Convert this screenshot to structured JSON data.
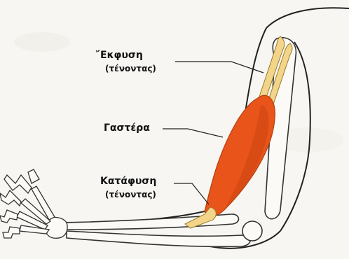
{
  "labels": {
    "origin": {
      "name": "῎Εκφυση",
      "note": "(τένοντας)"
    },
    "belly": {
      "name": "Γαστέρα"
    },
    "insertion": {
      "name": "Κατάφυση",
      "note": "(τένοντας)"
    }
  },
  "colors": {
    "background": "#f7f6f2",
    "outline": "#222222",
    "muscle": "#e8541a",
    "muscle_dark": "#c8400e",
    "tendon": "#f2d58a",
    "leader_line": "#222222"
  },
  "structures": [
    "bone",
    "muscle-belly",
    "tendon-origin",
    "tendon-insertion",
    "hand-skeleton"
  ]
}
